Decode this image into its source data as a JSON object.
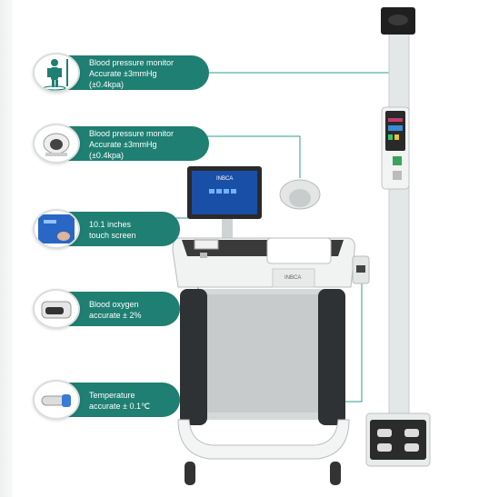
{
  "callouts": [
    {
      "line1": "Blood pressure monitor",
      "line2": "Accurate ±3mmHg",
      "line3": "(±0.4kpa)",
      "icon": "height-scale-person-icon"
    },
    {
      "line1": "Blood pressure monitor",
      "line2": "Accurate ±3mmHg",
      "line3": "(±0.4kpa)",
      "icon": "blood-pressure-cuff-icon"
    },
    {
      "line1": "10.1 inches",
      "line2": "touch screen",
      "icon": "touch-screen-icon"
    },
    {
      "line1": "Blood oxygen",
      "line2": "accurate  ± 2%",
      "icon": "pulse-oximeter-icon"
    },
    {
      "line1": "Temperature",
      "line2": "accurate ± 0.1℃",
      "icon": "thermometer-icon"
    }
  ],
  "device": {
    "screen_brand": "INBCA",
    "console_brand": "INBCA"
  },
  "colors": {
    "accent": "#1e7f72",
    "line": "#2f9c8c"
  }
}
